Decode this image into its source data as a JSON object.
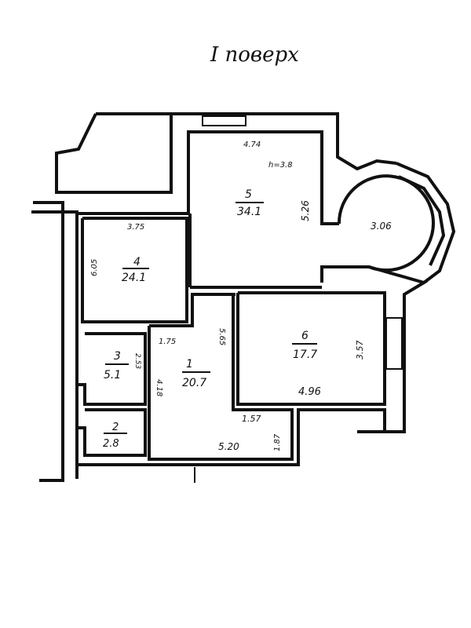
{
  "title": "I поверх",
  "rooms": [
    {
      "number": "1",
      "area": "20.7",
      "dims": [
        "1.75",
        "4.18",
        "5.65",
        "1.57",
        "1.87",
        "5.20"
      ]
    },
    {
      "number": "2",
      "area": "2.8",
      "dims": []
    },
    {
      "number": "3",
      "area": "5.1",
      "dims": [
        "2.53"
      ]
    },
    {
      "number": "4",
      "area": "24.1",
      "dims": [
        "3.75",
        "6.05"
      ]
    },
    {
      "number": "5",
      "area": "34.1",
      "dims": [
        "4.74",
        "h=3.8",
        "5.26",
        "3.06"
      ]
    },
    {
      "number": "6",
      "area": "17.7",
      "dims": [
        "3.57",
        "4.96"
      ]
    }
  ]
}
